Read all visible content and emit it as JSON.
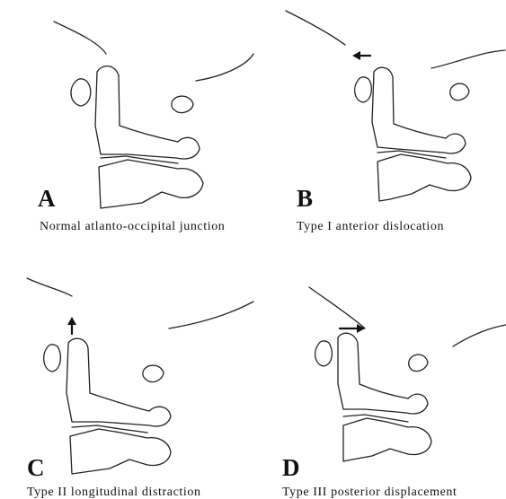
{
  "panels": [
    {
      "letter": "A",
      "caption": "Normal atlanto-occipital junction",
      "arrow": "none"
    },
    {
      "letter": "B",
      "caption": "Type I anterior dislocation",
      "arrow": "left"
    },
    {
      "letter": "C",
      "caption": "Type II longitudinal distraction",
      "arrow": "up"
    },
    {
      "letter": "D",
      "caption": "Type III posterior displacement",
      "arrow": "right"
    }
  ]
}
